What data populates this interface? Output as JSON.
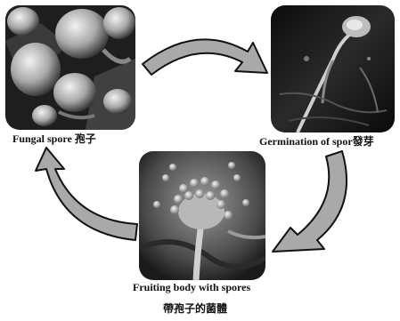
{
  "captions": {
    "fungal_spore": "Fungal spore 孢子",
    "germination": "Germination of spor發芽",
    "fruiting_body": "Fruiting body with spores",
    "fruiting_body_zh": "帶孢子的菌體"
  },
  "images": {
    "fungal_spore": "spore-micrograph",
    "germination": "germination-micrograph",
    "fruiting_body": "fruiting-body-micrograph"
  },
  "colors": {
    "arrow_fill": "#a9a9a9",
    "arrow_stroke": "#111111",
    "caption": "#111111"
  }
}
